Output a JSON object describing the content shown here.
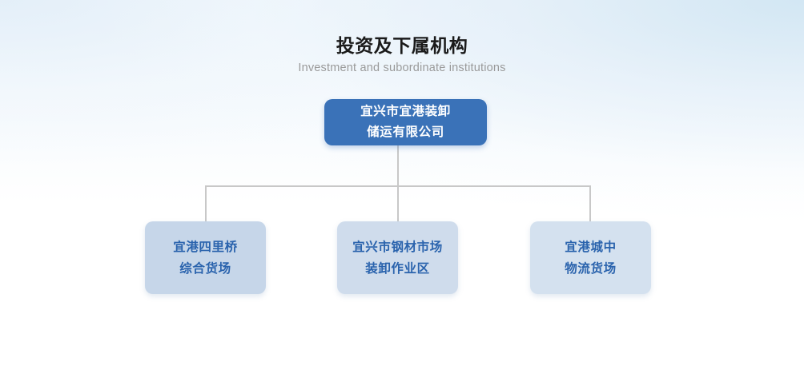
{
  "header": {
    "title": "投资及下属机构",
    "subtitle": "Investment and subordinate institutions"
  },
  "colors": {
    "root_box": "#3a72b8",
    "root_text": "#ffffff",
    "child_box": "#c6d6e9",
    "child_text": "#2a63ad",
    "connector": "#c8c8c8",
    "title_text": "#1a1a1a",
    "subtitle_text": "#9a9a9a",
    "background_top": "#eef5fb",
    "background_bottom": "#ffffff"
  },
  "org_chart": {
    "root": {
      "name": "宜兴市宜港装卸储运有限公司",
      "lines": [
        "宜兴市宜港装卸",
        "储运有限公司"
      ]
    },
    "children": [
      {
        "name": "宜港四里桥综合货场",
        "lines": [
          "宜港四里桥",
          "综合货场"
        ]
      },
      {
        "name": "宜兴市钢材市场装卸作业区",
        "lines": [
          "宜兴市钢材市场",
          "装卸作业区"
        ]
      },
      {
        "name": "宜港城中物流货场",
        "lines": [
          "宜港城中",
          "物流货场"
        ]
      }
    ]
  }
}
